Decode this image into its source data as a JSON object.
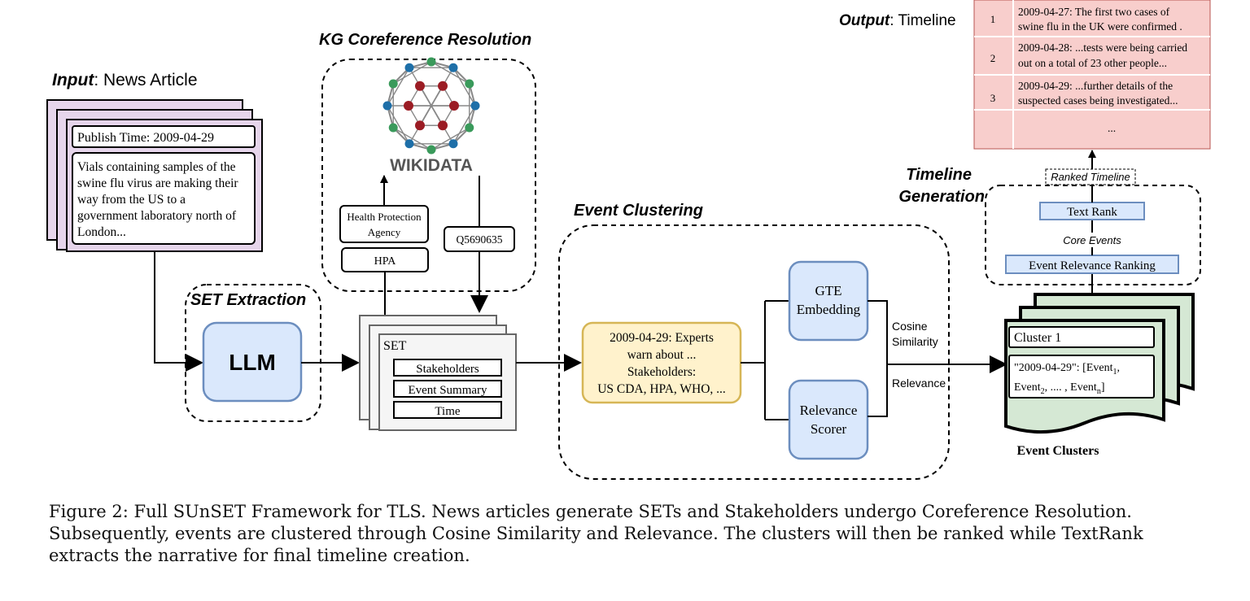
{
  "input": {
    "label_bold": "Input",
    "label_rest": ": News Article",
    "publish_time": "Publish Time: 2009-04-29",
    "article_lines": [
      "Vials containing samples of the",
      "swine flu virus are making their",
      "way from the US to a",
      "government laboratory north of",
      "London..."
    ]
  },
  "set_extraction": {
    "title": "SET Extraction",
    "llm": "LLM"
  },
  "kg": {
    "title": "KG Coreference Resolution",
    "wikidata": "WIKIDATA",
    "entity_lines": [
      "Health Protection",
      "Agency"
    ],
    "abbr": "HPA",
    "qid": "Q5690635"
  },
  "set_card": {
    "title": "SET",
    "fields": [
      "Stakeholders",
      "Event Summary",
      "Time"
    ]
  },
  "event_clustering": {
    "title": "Event Clustering",
    "event_lines": [
      "2009-04-29: Experts",
      "warn about ...",
      "Stakeholders:",
      "US CDA, HPA, WHO, ..."
    ],
    "gte_lines": [
      "GTE",
      "Embedding"
    ],
    "relevance_lines": [
      "Relevance",
      "Scorer"
    ],
    "cosine_lines": [
      "Cosine",
      "Similarity"
    ],
    "relevance_label": "Relevance"
  },
  "clusters": {
    "cluster_label": "Cluster 1",
    "caption": "Event Clusters",
    "date": "\"2009-04-29\"",
    "event_word": "Event",
    "sub_1": "1",
    "sub_2": "2",
    "sub_n": "n",
    "dots": ", .... , "
  },
  "timeline_generation": {
    "title_lines": [
      "Timeline",
      "Generation"
    ],
    "event_relevance_ranking": "Event Relevance Ranking",
    "core_events": "Core Events",
    "text_rank": "Text Rank",
    "ranked_timeline": "Ranked Timeline"
  },
  "output": {
    "label_bold": "Output",
    "label_rest": ": Timeline",
    "rows": [
      {
        "num": "1",
        "lines": [
          "2009-04-27: The first two cases of",
          "swine flu in the UK were confirmed ."
        ]
      },
      {
        "num": "2",
        "lines": [
          "2009-04-28: ...tests were being carried",
          "out on a total of 23 other people..."
        ]
      },
      {
        "num": "3",
        "lines": [
          "2009-04-29: ...further details of the",
          "suspected cases being investigated..."
        ]
      },
      {
        "num": "",
        "lines": [
          "..."
        ]
      }
    ]
  },
  "caption": "Figure 2:  Full SUnSET Framework for TLS. News articles generate SETs and Stakeholders undergo Coreference Resolution. Subsequently, events are clustered through Cosine Similarity and Relevance. The clusters will then be ranked while TextRank extracts the narrative for final timeline creation."
}
